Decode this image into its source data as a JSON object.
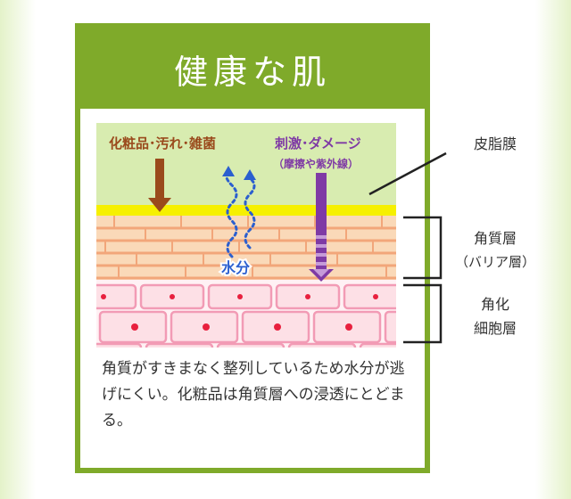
{
  "title": "健康な肌",
  "diagram": {
    "cosmetics_label": "化粧品･汚れ･雑菌",
    "damage_label": "刺激･ダメージ",
    "damage_sub_label": "（摩擦や紫外線）",
    "water_label": "水分"
  },
  "labels": {
    "sebum": "皮脂膜",
    "corneum": "角質層",
    "corneum_sub": "（バリア層）",
    "cells_line1": "角化",
    "cells_line2": "細胞層"
  },
  "description": "角質がすきまなく整列しているため水分が逃げにくい。化粧品は角質層への浸透にとどまる。",
  "colors": {
    "header_green": "#7faa2a",
    "sebum_band": "#d8ecb0",
    "sebum_yellow": "#f6f000",
    "corneum_fill": "#fad9b8",
    "corneum_line": "#f2a67a",
    "cell_fill": "#fde0e6",
    "cell_border": "#f29bb5",
    "nucleus": "#e8203e",
    "brown_arrow": "#9a4a1c",
    "purple_arrow": "#7f3aa5",
    "water_blue": "#2b5fcf"
  }
}
